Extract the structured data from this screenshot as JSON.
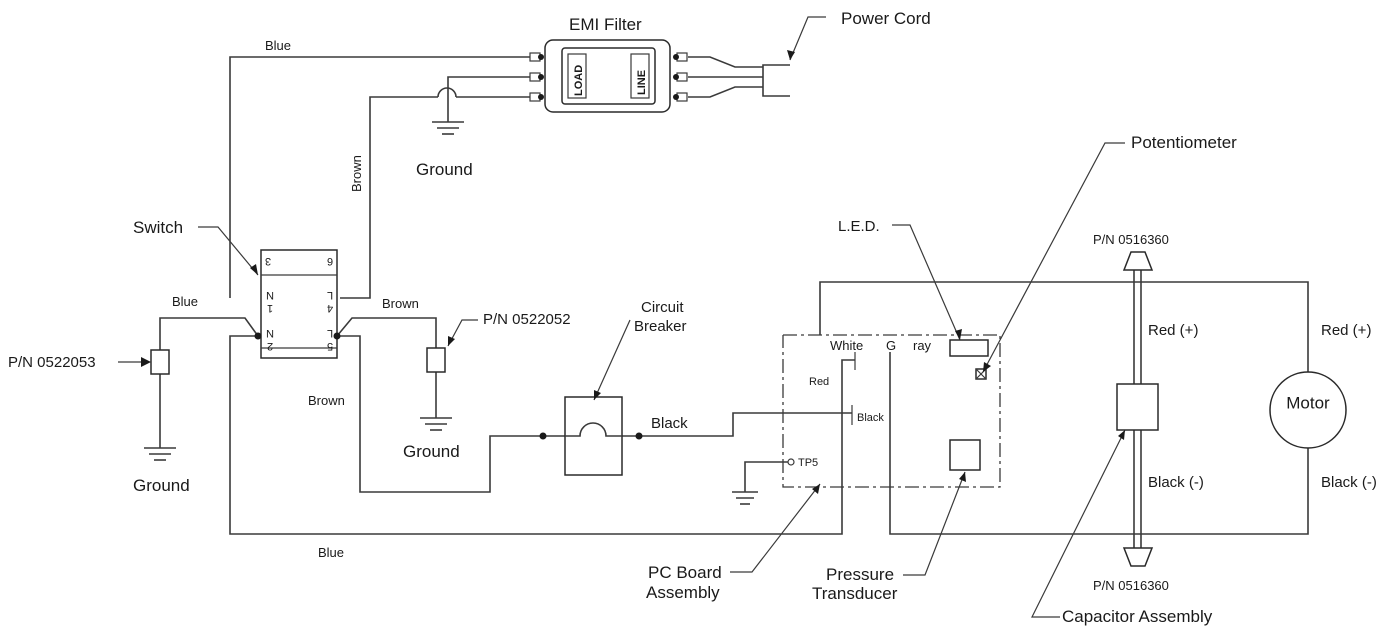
{
  "components": {
    "emi_filter": {
      "title": "EMI Filter",
      "load": "LOAD",
      "line": "LINE"
    },
    "power_cord": "Power Cord",
    "switch": {
      "label": "Switch",
      "pins": [
        "3",
        "6",
        "N",
        "L",
        "1",
        "4",
        "N",
        "L",
        "2",
        "5"
      ]
    },
    "ground_labels": [
      "Ground",
      "Ground",
      "Ground"
    ],
    "pn_left": "P/N 0522053",
    "pn_mid": "P/N 0522052",
    "circuit_breaker": [
      "Circuit",
      "Breaker"
    ],
    "led": "L.E.D.",
    "potentiometer": "Potentiometer",
    "pn_top_cap": "P/N 0516360",
    "pn_bottom_cap": "P/N 0516360",
    "motor": "Motor",
    "pc_board": [
      "PC Board",
      "Assembly"
    ],
    "pressure_transducer": [
      "Pressure",
      "Transducer"
    ],
    "capacitor_assembly": "Capacitor Assembly",
    "tp5": "TP5"
  },
  "wires": {
    "blue_top": "Blue",
    "brown_vertical": "Brown",
    "blue_left": "Blue",
    "brown_right": "Brown",
    "brown_lower": "Brown",
    "black_breaker": "Black",
    "blue_bottom": "Blue",
    "white": "White",
    "gray_g": "G",
    "gray_ray": "ray",
    "red_pcb": "Red",
    "black_pcb": "Black",
    "red_plus_cap": "Red (+)",
    "black_minus_cap": "Black (-)",
    "red_plus_motor": "Red (+)",
    "black_minus_motor": "Black (-)"
  }
}
